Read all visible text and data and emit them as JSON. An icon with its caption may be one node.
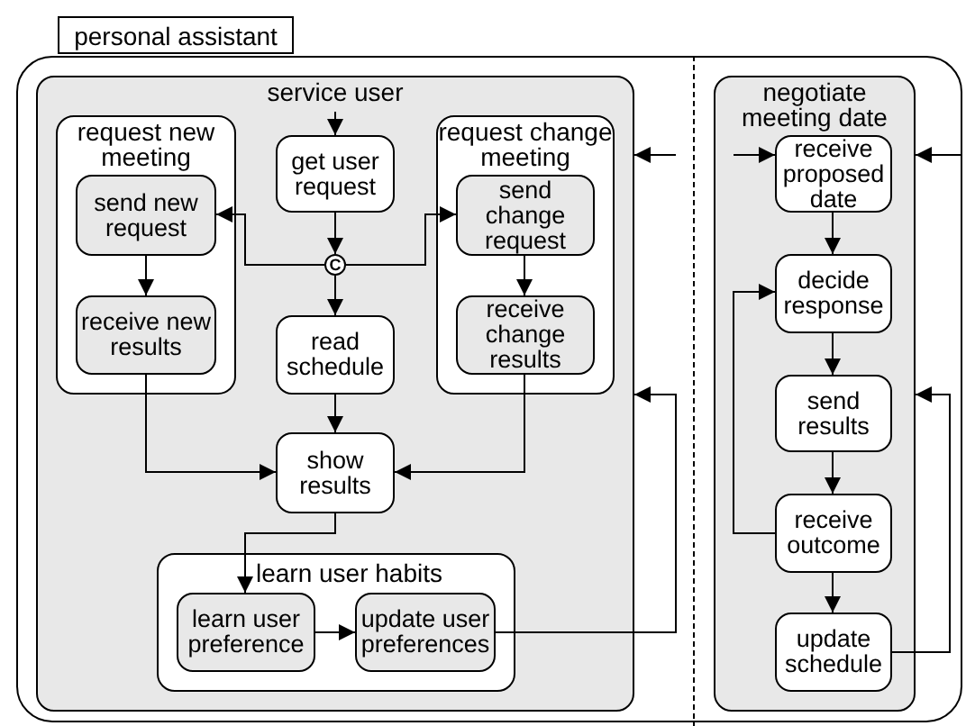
{
  "diagram": {
    "nodes": [
      {
        "text": [
          "personal assistant"
        ]
      },
      {
        "text": [
          "service user"
        ],
        "in": 0
      },
      {
        "text": [
          "request new meeting"
        ],
        "in": 1
      },
      {
        "text": [
          "send new request"
        ],
        "in": 2
      },
      {
        "text": [
          "receive new results"
        ],
        "in": 2
      },
      {
        "text": [
          "get user request"
        ],
        "in": 1
      },
      {
        "text": [
          "C"
        ],
        "in": 1
      },
      {
        "text": [
          "read schedule"
        ],
        "in": 1
      },
      {
        "text": [
          "request change meeting"
        ],
        "in": 1
      },
      {
        "text": [
          "send change request"
        ],
        "in": 8
      },
      {
        "text": [
          "receive change results"
        ],
        "in": 8
      },
      {
        "text": [
          "show results"
        ],
        "in": 1
      },
      {
        "text": [
          "learn user habits"
        ],
        "in": 1
      },
      {
        "text": [
          "learn user preference"
        ],
        "in": 12
      },
      {
        "text": [
          "update user preferences"
        ],
        "in": 12
      },
      {
        "text": [
          "negotiate meeting date"
        ],
        "in": 0
      },
      {
        "text": [
          "receive proposed date"
        ],
        "in": 15
      },
      {
        "text": [
          "decide response"
        ],
        "in": 15
      },
      {
        "text": [
          "send results"
        ],
        "in": 15
      },
      {
        "text": [
          "receive outcome"
        ],
        "in": 15
      },
      {
        "text": [
          "update schedule"
        ],
        "in": 15
      }
    ],
    "edges": [
      {
        "from": null,
        "to": 5,
        "arrow": "to"
      },
      {
        "from": 5,
        "to": 6,
        "arrow": "to"
      },
      {
        "from": 6,
        "to": 3,
        "arrow": "to"
      },
      {
        "from": 6,
        "to": 9,
        "arrow": "to"
      },
      {
        "from": 6,
        "to": 7,
        "arrow": "to"
      },
      {
        "from": 3,
        "to": 4,
        "arrow": "to"
      },
      {
        "from": 9,
        "to": 10,
        "arrow": "to"
      },
      {
        "from": 4,
        "to": 11,
        "arrow": "to"
      },
      {
        "from": 7,
        "to": 11,
        "arrow": "to"
      },
      {
        "from": 10,
        "to": 11,
        "arrow": "to"
      },
      {
        "from": 11,
        "to": 13,
        "arrow": "to"
      },
      {
        "from": 13,
        "to": 14,
        "arrow": "to"
      },
      {
        "from": 14,
        "to": 1,
        "arrow": "to"
      },
      {
        "from": null,
        "to": 1,
        "arrow": "to"
      },
      {
        "from": null,
        "to": 16,
        "arrow": "to"
      },
      {
        "from": null,
        "to": 15,
        "arrow": "to"
      },
      {
        "from": 16,
        "to": 17,
        "arrow": "to"
      },
      {
        "from": 17,
        "to": 18,
        "arrow": "to"
      },
      {
        "from": 18,
        "to": 19,
        "arrow": "to"
      },
      {
        "from": 19,
        "to": 20,
        "arrow": "to"
      },
      {
        "from": 19,
        "to": 17,
        "arrow": "to"
      },
      {
        "from": 20,
        "to": 15,
        "arrow": "to"
      }
    ]
  }
}
